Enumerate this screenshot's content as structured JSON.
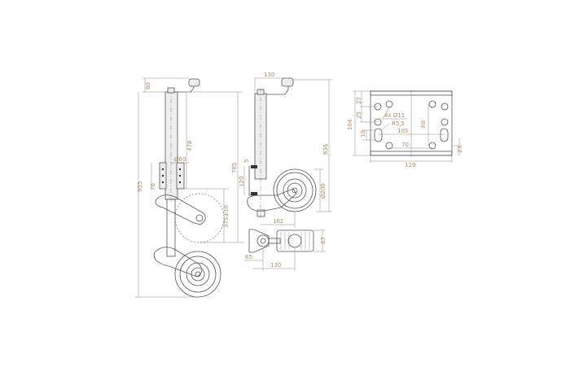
{
  "dimensions": {
    "side_view": {
      "handle_height": "80",
      "total_height": "955",
      "clamp_height": "70",
      "tube_length": "478",
      "tube_diameter": "Ø60",
      "wheel_travel": "375±10",
      "height_785": "785"
    },
    "front_view": {
      "handle_offset": "130",
      "height_636": "636",
      "gap": "5",
      "clamp_height": "120",
      "wheel_diameter": "Ø200",
      "wheel_offset": "162"
    },
    "top_view": {
      "wheel_width": "67",
      "base_offset": "65",
      "offset_130": "130"
    },
    "plate_view": {
      "top_edge": "27",
      "hole_spacing": "25",
      "height": "104",
      "holes": "4x Ø11",
      "slot_radius": "R5,5",
      "vertical_spacing": "60",
      "slot_length": "10",
      "horizontal_spacing": "105",
      "inner_spacing": "70",
      "bottom_edge": "27",
      "width": "129"
    }
  }
}
